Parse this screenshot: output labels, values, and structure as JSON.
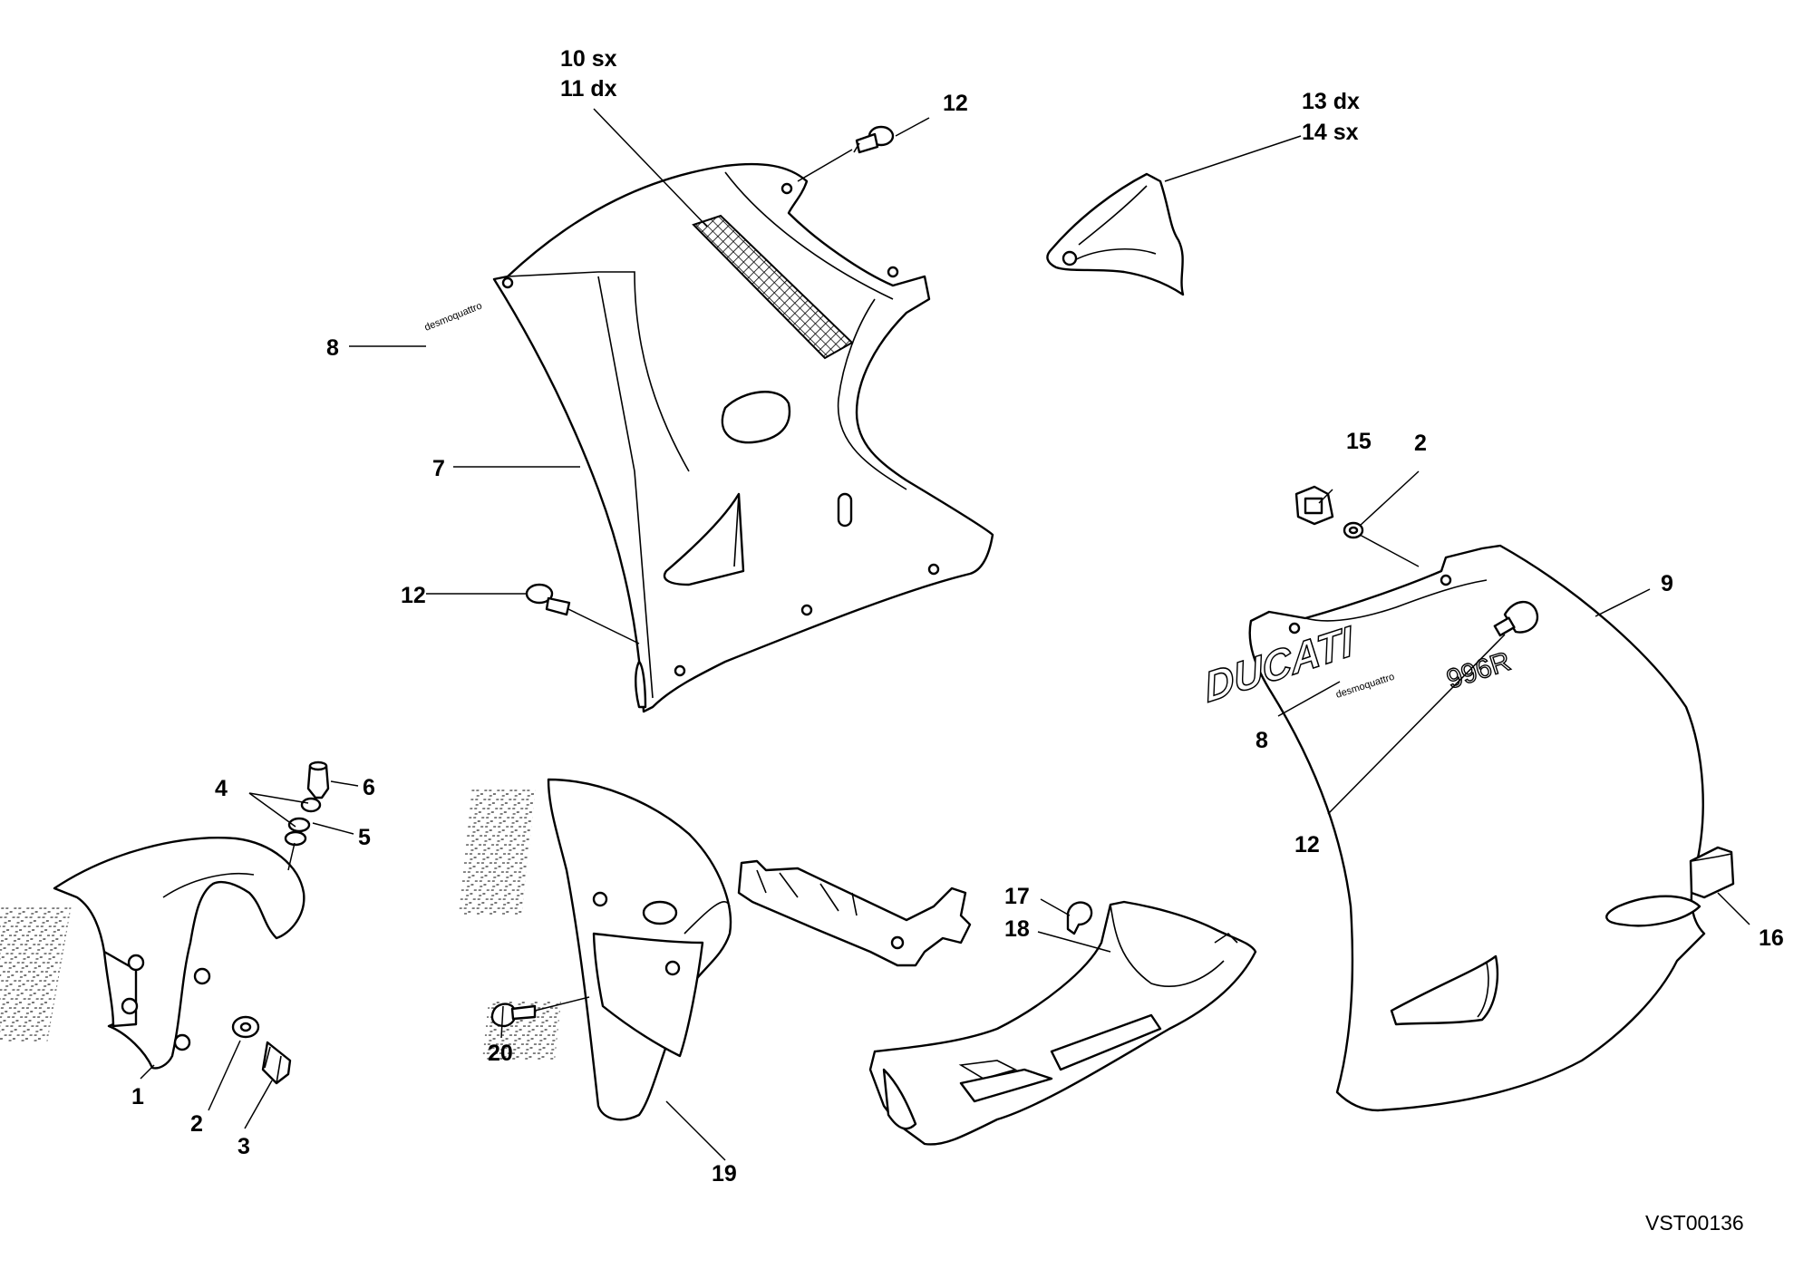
{
  "diagram": {
    "drawing_code": "VST00136",
    "callouts": [
      {
        "id": "c-10sx",
        "label": "10 sx"
      },
      {
        "id": "c-11dx",
        "label": "11 dx"
      },
      {
        "id": "c-12a",
        "label": "12"
      },
      {
        "id": "c-13dx",
        "label": "13 dx"
      },
      {
        "id": "c-14sx",
        "label": "14 sx"
      },
      {
        "id": "c-8a",
        "label": "8"
      },
      {
        "id": "c-7",
        "label": "7"
      },
      {
        "id": "c-12b",
        "label": "12"
      },
      {
        "id": "c-15",
        "label": "15"
      },
      {
        "id": "c-2a",
        "label": "2"
      },
      {
        "id": "c-9",
        "label": "9"
      },
      {
        "id": "c-8b",
        "label": "8"
      },
      {
        "id": "c-12c",
        "label": "12"
      },
      {
        "id": "c-16",
        "label": "16"
      },
      {
        "id": "c-4",
        "label": "4"
      },
      {
        "id": "c-6",
        "label": "6"
      },
      {
        "id": "c-5",
        "label": "5"
      },
      {
        "id": "c-1",
        "label": "1"
      },
      {
        "id": "c-2b",
        "label": "2"
      },
      {
        "id": "c-3",
        "label": "3"
      },
      {
        "id": "c-20",
        "label": "20"
      },
      {
        "id": "c-19",
        "label": "19"
      },
      {
        "id": "c-17",
        "label": "17"
      },
      {
        "id": "c-18",
        "label": "18"
      }
    ],
    "fairing_branding": {
      "brand": "DUCATI",
      "model": "996R",
      "sub": "desmoquattro"
    }
  }
}
